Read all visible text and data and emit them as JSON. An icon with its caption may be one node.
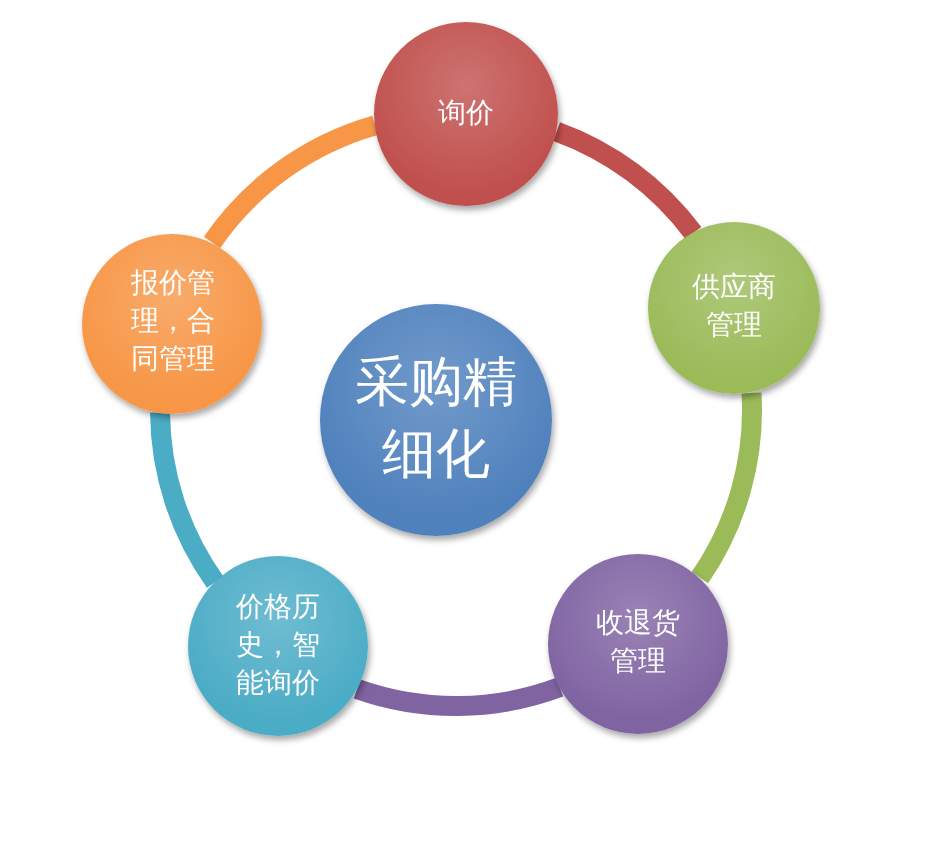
{
  "diagram": {
    "nodes": [
      {
        "text": [
          "采购精细化"
        ]
      },
      {
        "text": [
          "询价"
        ]
      },
      {
        "text": [
          "供应商管理"
        ]
      },
      {
        "text": [
          "收退货管理"
        ]
      },
      {
        "text": [
          "价格历史，智能询价"
        ]
      },
      {
        "text": [
          "报价管理，合同管理"
        ]
      }
    ],
    "edges": [
      {
        "from": 1,
        "to": 2,
        "arrow": "none",
        "color": "#c0504d"
      },
      {
        "from": 2,
        "to": 3,
        "arrow": "none",
        "color": "#9bbb59"
      },
      {
        "from": 3,
        "to": 4,
        "arrow": "none",
        "color": "#8064a2"
      },
      {
        "from": 4,
        "to": 5,
        "arrow": "none",
        "color": "#4bacc6"
      },
      {
        "from": 5,
        "to": 1,
        "arrow": "none",
        "color": "#f79646"
      }
    ]
  }
}
